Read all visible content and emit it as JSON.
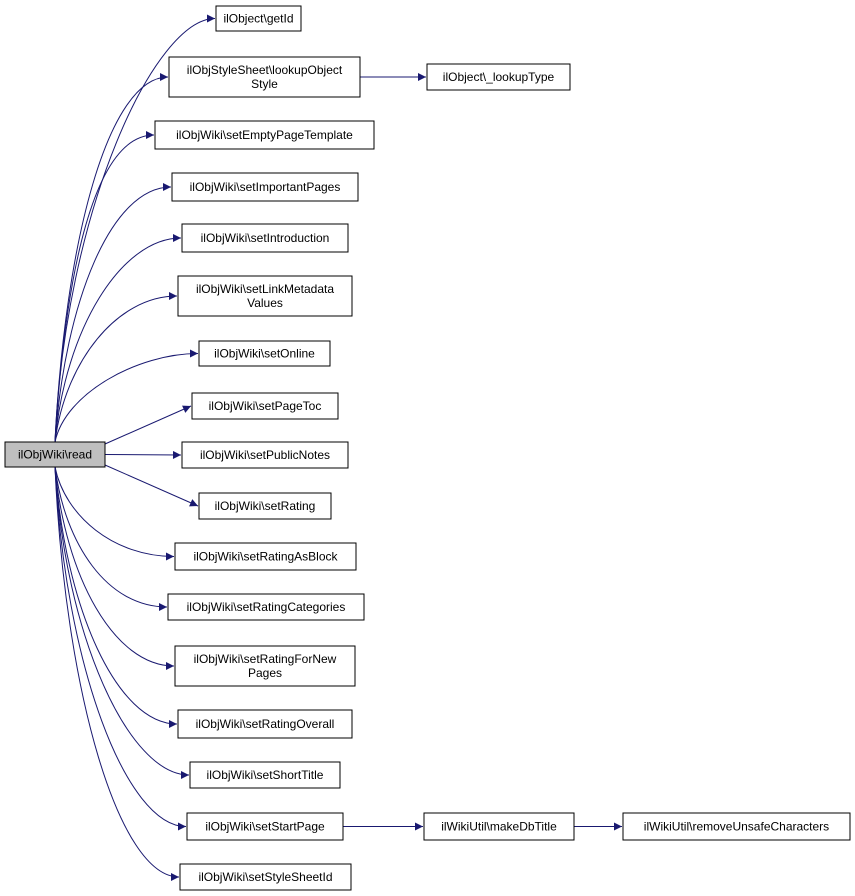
{
  "graph": {
    "nodes": [
      {
        "id": "root",
        "lines": [
          "ilObjWiki\\read"
        ],
        "root": true
      },
      {
        "id": "getId",
        "lines": [
          "ilObject\\getId"
        ]
      },
      {
        "id": "lookupObjectStyle",
        "lines": [
          "ilObjStyleSheet\\lookupObject",
          "Style"
        ]
      },
      {
        "id": "lookupType",
        "lines": [
          "ilObject\\_lookupType"
        ]
      },
      {
        "id": "setEmptyPageTemplate",
        "lines": [
          "ilObjWiki\\setEmptyPageTemplate"
        ]
      },
      {
        "id": "setImportantPages",
        "lines": [
          "ilObjWiki\\setImportantPages"
        ]
      },
      {
        "id": "setIntroduction",
        "lines": [
          "ilObjWiki\\setIntroduction"
        ]
      },
      {
        "id": "setLinkMetadataValues",
        "lines": [
          "ilObjWiki\\setLinkMetadata",
          "Values"
        ]
      },
      {
        "id": "setOnline",
        "lines": [
          "ilObjWiki\\setOnline"
        ]
      },
      {
        "id": "setPageToc",
        "lines": [
          "ilObjWiki\\setPageToc"
        ]
      },
      {
        "id": "setPublicNotes",
        "lines": [
          "ilObjWiki\\setPublicNotes"
        ]
      },
      {
        "id": "setRating",
        "lines": [
          "ilObjWiki\\setRating"
        ]
      },
      {
        "id": "setRatingAsBlock",
        "lines": [
          "ilObjWiki\\setRatingAsBlock"
        ]
      },
      {
        "id": "setRatingCategories",
        "lines": [
          "ilObjWiki\\setRatingCategories"
        ]
      },
      {
        "id": "setRatingForNewPages",
        "lines": [
          "ilObjWiki\\setRatingForNew",
          "Pages"
        ]
      },
      {
        "id": "setRatingOverall",
        "lines": [
          "ilObjWiki\\setRatingOverall"
        ]
      },
      {
        "id": "setShortTitle",
        "lines": [
          "ilObjWiki\\setShortTitle"
        ]
      },
      {
        "id": "setStartPage",
        "lines": [
          "ilObjWiki\\setStartPage"
        ]
      },
      {
        "id": "makeDbTitle",
        "lines": [
          "ilWikiUtil\\makeDbTitle"
        ]
      },
      {
        "id": "removeUnsafeCharacters",
        "lines": [
          "ilWikiUtil\\removeUnsafeCharacters"
        ]
      },
      {
        "id": "setStyleSheetId",
        "lines": [
          "ilObjWiki\\setStyleSheetId"
        ]
      }
    ],
    "edges": [
      {
        "from": "root",
        "to": "getId"
      },
      {
        "from": "root",
        "to": "lookupObjectStyle"
      },
      {
        "from": "lookupObjectStyle",
        "to": "lookupType"
      },
      {
        "from": "root",
        "to": "setEmptyPageTemplate"
      },
      {
        "from": "root",
        "to": "setImportantPages"
      },
      {
        "from": "root",
        "to": "setIntroduction"
      },
      {
        "from": "root",
        "to": "setLinkMetadataValues"
      },
      {
        "from": "root",
        "to": "setOnline"
      },
      {
        "from": "root",
        "to": "setPageToc"
      },
      {
        "from": "root",
        "to": "setPublicNotes"
      },
      {
        "from": "root",
        "to": "setRating"
      },
      {
        "from": "root",
        "to": "setRatingAsBlock"
      },
      {
        "from": "root",
        "to": "setRatingCategories"
      },
      {
        "from": "root",
        "to": "setRatingForNewPages"
      },
      {
        "from": "root",
        "to": "setRatingOverall"
      },
      {
        "from": "root",
        "to": "setShortTitle"
      },
      {
        "from": "root",
        "to": "setStartPage"
      },
      {
        "from": "setStartPage",
        "to": "makeDbTitle"
      },
      {
        "from": "makeDbTitle",
        "to": "removeUnsafeCharacters"
      },
      {
        "from": "root",
        "to": "setStyleSheetId"
      }
    ],
    "colors": {
      "edge": "#191970",
      "root_fill": "#bfbfbf",
      "node_fill": "#ffffff",
      "border": "#000000"
    }
  }
}
